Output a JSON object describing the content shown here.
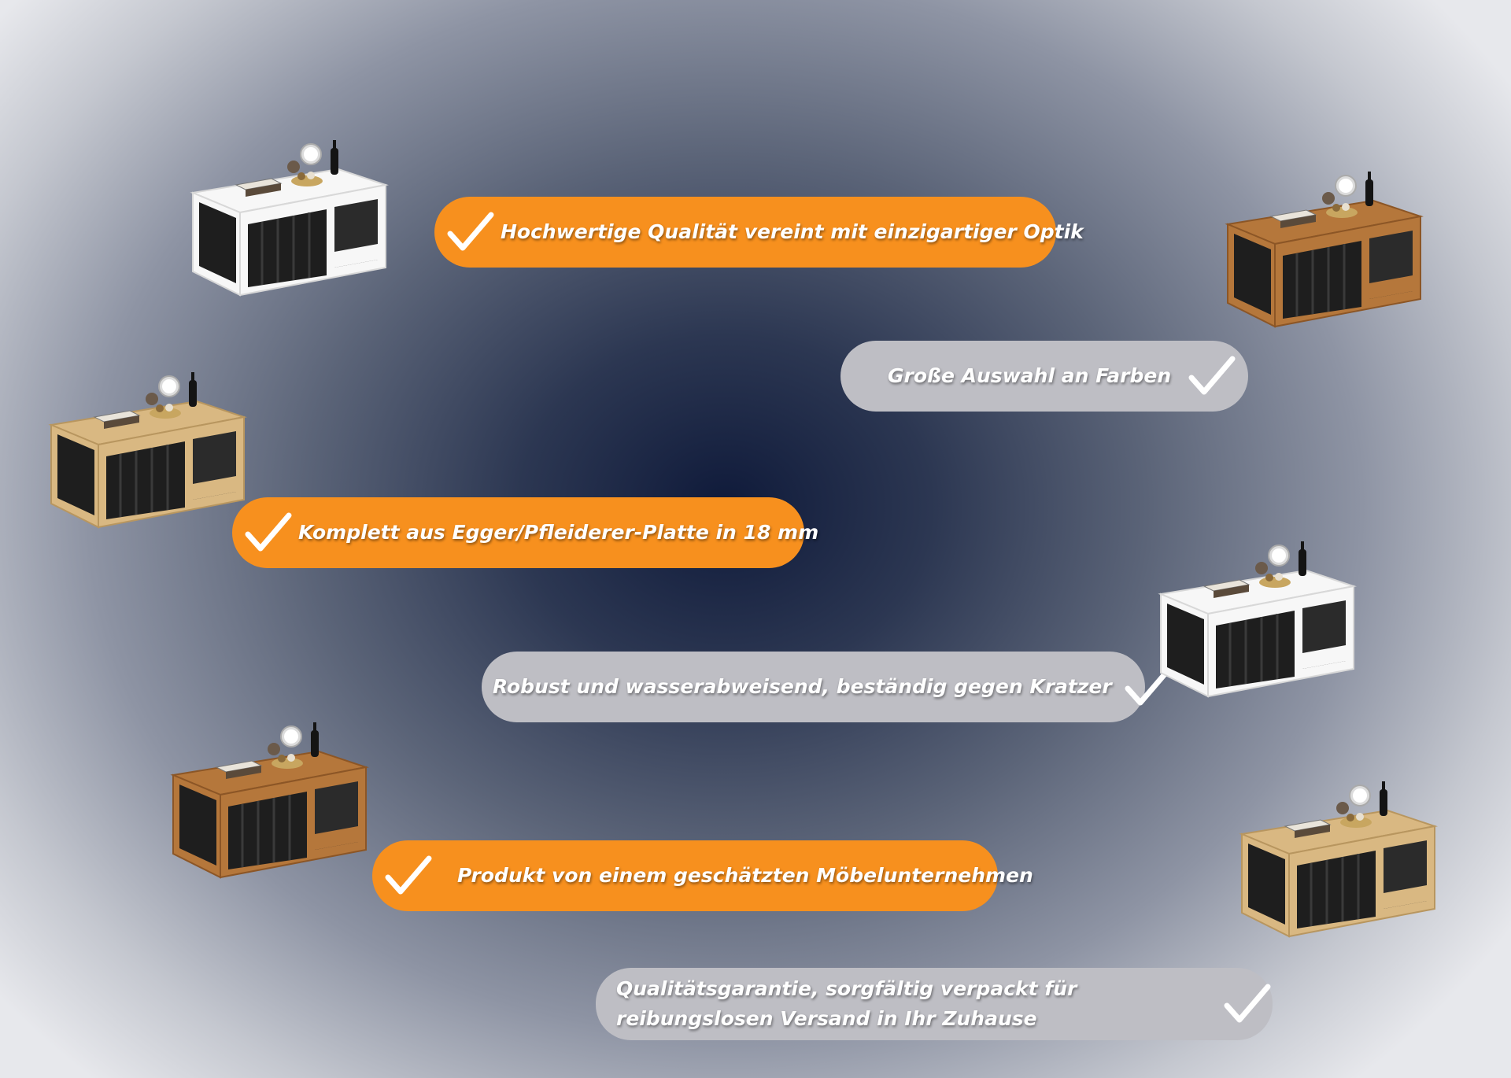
{
  "features": [
    {
      "text": "Hochwertige Qualität vereint mit einzigartiger Optik",
      "style": "orange"
    },
    {
      "text": "Große Auswahl an Farben",
      "style": "gray"
    },
    {
      "text": "Komplett aus Egger/Pfleiderer-Platte in 18 mm",
      "style": "orange"
    },
    {
      "text": "Robust und wasserabweisend, beständig gegen Kratzer",
      "style": "gray"
    },
    {
      "text": "Produkt von einem geschätzten Möbelunternehmen",
      "style": "orange"
    },
    {
      "text": "Qualitätsgarantie, sorgfältig verpackt für reibungslosen Versand  in Ihr Zuhause",
      "style": "gray"
    }
  ],
  "products": [
    {
      "finish": "white",
      "color": "#f7f7f7",
      "edge": "#d8d8d8"
    },
    {
      "finish": "walnut-oak",
      "color": "#b5773b",
      "edge": "#8c5626"
    },
    {
      "finish": "light-oak",
      "color": "#d9b882",
      "edge": "#b8965f"
    },
    {
      "finish": "white",
      "color": "#f7f7f7",
      "edge": "#d8d8d8"
    },
    {
      "finish": "walnut-oak",
      "color": "#b5773b",
      "edge": "#8c5626"
    },
    {
      "finish": "light-oak",
      "color": "#d9b882",
      "edge": "#b8965f"
    }
  ],
  "colors": {
    "accent": "#f7901e",
    "pill_gray": "#bebec4",
    "background_center": "#0f1a3a",
    "background_edge": "#e7e8ec"
  }
}
